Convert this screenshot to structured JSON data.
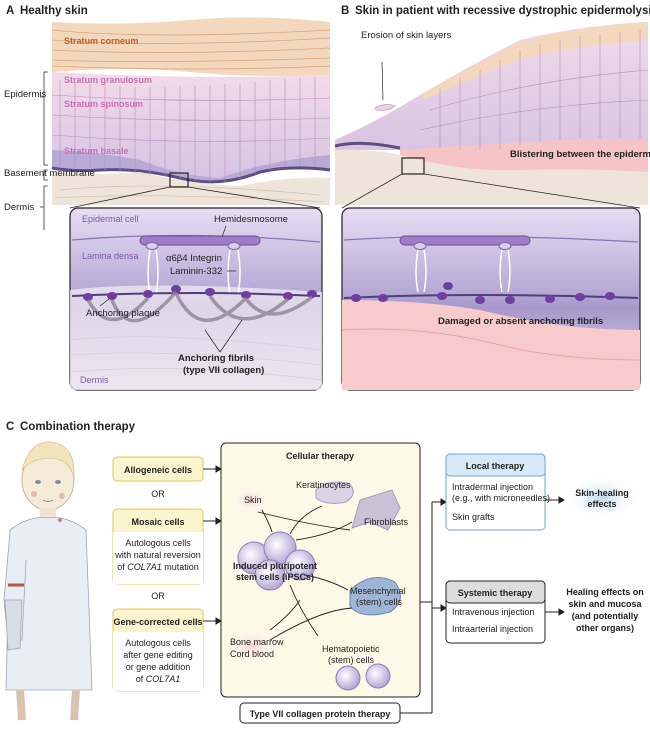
{
  "panel_a": {
    "letter": "A",
    "title": "Healthy skin",
    "strata": [
      "Stratum corneum",
      "Stratum granulosum",
      "Stratum spinosum",
      "Stratum basale"
    ],
    "left_labels": [
      "Epidermis",
      "Basement membrane",
      "Dermis"
    ],
    "zoom_labels": {
      "epidermal_cell": "Epidermal cell",
      "hemidesmosome": "Hemidesmosome",
      "lamina_densa": "Lamina densa",
      "integrin": "α6β4 Integrin",
      "laminin": "Laminin-332",
      "anchoring_plaque": "Anchoring plaque",
      "anchoring_fibrils": "Anchoring fibrils",
      "anchoring_fibrils_sub": "(type VII collagen)",
      "dermis": "Dermis"
    }
  },
  "panel_b": {
    "letter": "B",
    "title": "Skin in patient with recessive dystrophic epidermolysis bullosa",
    "erosion": "Erosion of skin layers",
    "blistering": "Blistering between the epidermis and dermis",
    "damaged": "Damaged or absent anchoring fibrils"
  },
  "panel_c": {
    "letter": "C",
    "title": "Combination therapy",
    "allogeneic": "Allogeneic cells",
    "or1": "OR",
    "mosaic": "Mosaic cells",
    "mosaic_desc_1": "Autologous cells",
    "mosaic_desc_2": "with natural reversion",
    "mosaic_desc_3a": "of ",
    "mosaic_desc_3b": "COL7A1",
    "mosaic_desc_3c": " mutation",
    "or2": "OR",
    "gene_corrected": "Gene-corrected cells",
    "gc_desc_1": "Autologous cells",
    "gc_desc_2": "after gene editing",
    "gc_desc_3": "or gene addition",
    "gc_desc_4a": "of ",
    "gc_desc_4b": "COL7A1",
    "cellular_therapy": "Cellular therapy",
    "keratinocytes": "Keratinocytes",
    "skin": "Skin",
    "fibroblasts": "Fibroblasts",
    "ipsc_1": "Induced pluripotent",
    "ipsc_2": "stem cells (iPSCs)",
    "mesenchymal_1": "Mesenchymal",
    "mesenchymal_2": "(stem) cells",
    "bone_marrow": "Bone marrow",
    "cord_blood": "Cord blood",
    "hematopoietic_1": "Hematopoietic",
    "hematopoietic_2": "(stem) cells",
    "protein_therapy": "Type VII collagen protein therapy",
    "local_therapy": "Local therapy",
    "local_1": "Intradermal injection",
    "local_2": "(e.g., with microneedles)",
    "local_3": "Skin grafts",
    "skin_healing_1": "Skin-healing",
    "skin_healing_2": "effects",
    "systemic_therapy": "Systemic therapy",
    "systemic_1": "Intravenous injection",
    "systemic_2": "Intraarterial injection",
    "healing_1": "Healing effects on",
    "healing_2": "skin and mucosa",
    "healing_3": "(and potentially",
    "healing_4": "other organs)"
  },
  "colors": {
    "corneum": "#e9b98c",
    "epidermis": "#e6c9e0",
    "basale": "#b8a6d4",
    "lamina": "#7e6aa8",
    "dermis": "#f3e6dc",
    "blister": "#f6b5b5",
    "box_yellow": "#fbf5cf",
    "box_yellow_border": "#e0c85a",
    "local_blue": "#d7e9f6",
    "local_border": "#6ea6d6",
    "systemic_grey": "#dddddd"
  }
}
